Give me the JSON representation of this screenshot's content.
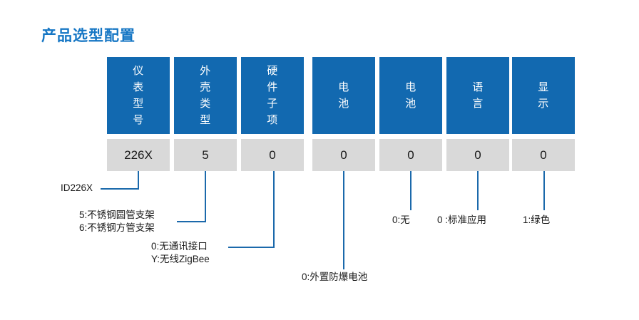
{
  "page": {
    "title": "产品选型配置",
    "title_color": "#1576c4",
    "header_color": "#1269b0",
    "value_color": "#d9d9d9",
    "line_color": "#1b69ab",
    "background": "#ffffff"
  },
  "columns": [
    {
      "header": "仪表型号",
      "header_chars": [
        "仪",
        "表",
        "型",
        "号"
      ],
      "value": "226X"
    },
    {
      "header": "外壳类型",
      "header_chars": [
        "外",
        "壳",
        "类",
        "型"
      ],
      "value": "5"
    },
    {
      "header": "硬件子项",
      "header_chars": [
        "硬",
        "件",
        "子",
        "项"
      ],
      "value": "0"
    },
    {
      "header": "电池",
      "header_chars": [
        "电",
        "池"
      ],
      "value": "0"
    },
    {
      "header": "电池",
      "header_chars": [
        "电",
        "池"
      ],
      "value": "0"
    },
    {
      "header": "语言",
      "header_chars": [
        "语",
        "言"
      ],
      "value": "0"
    },
    {
      "header": "显示",
      "header_chars": [
        "显",
        "示"
      ],
      "value": "0"
    }
  ],
  "annotations": [
    {
      "id": "model",
      "lines": [
        "ID226X"
      ]
    },
    {
      "id": "housing",
      "lines": [
        "5:不锈钢圆管支架",
        "6:不锈钢方管支架"
      ]
    },
    {
      "id": "hardware",
      "lines": [
        "0:无通讯接口",
        "Y:无线ZigBee"
      ]
    },
    {
      "id": "battery1",
      "lines": [
        "0:外置防爆电池"
      ]
    },
    {
      "id": "battery2",
      "lines": [
        "0:无"
      ]
    },
    {
      "id": "language",
      "lines": [
        "0 :标准应用"
      ]
    },
    {
      "id": "display",
      "lines": [
        "1:绿色"
      ]
    }
  ]
}
